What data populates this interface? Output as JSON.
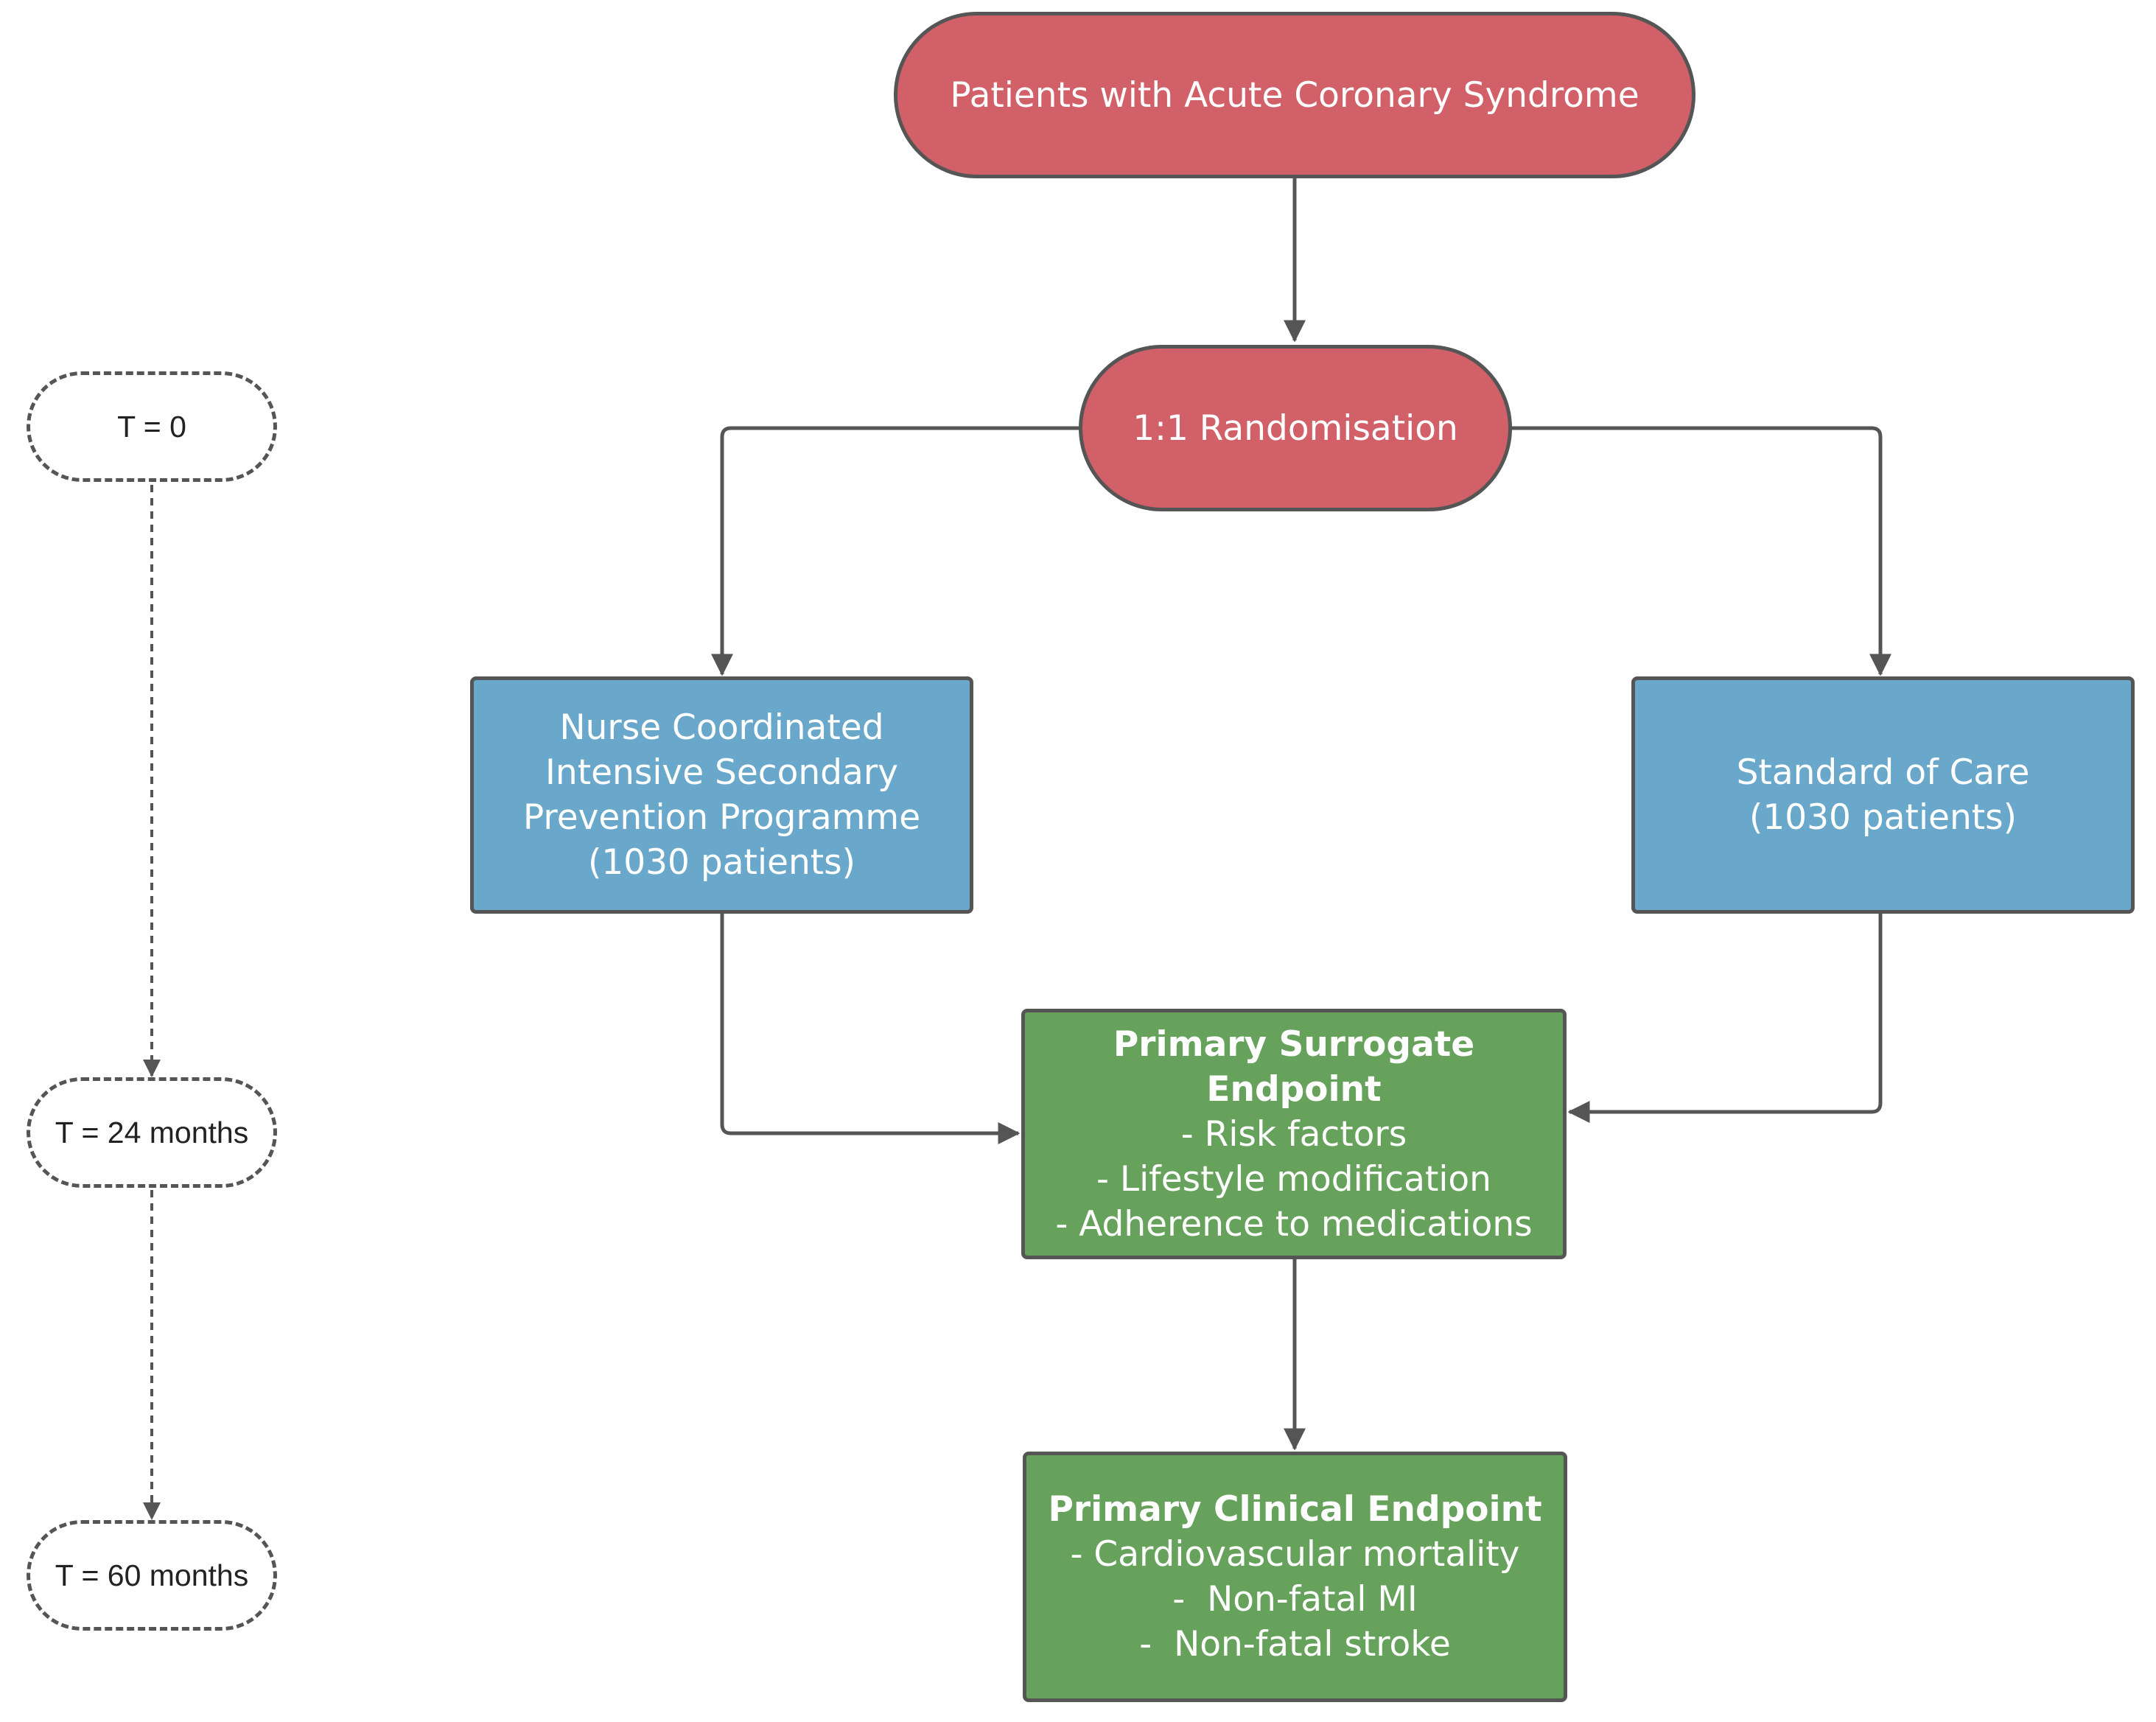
{
  "colors": {
    "pill_fill": "#d16068",
    "arm_fill": "#6aa8cb",
    "endpoint_fill": "#67a25d",
    "stroke": "#555555"
  },
  "nodes": {
    "population": "Patients with Acute Coronary Syndrome",
    "randomisation": "1:1 Randomisation",
    "intervention_arm": [
      "Nurse Coordinated",
      "Intensive Secondary",
      "Prevention Programme",
      "(1030 patients)"
    ],
    "control_arm": [
      "Standard of Care",
      "(1030 patients)"
    ],
    "surrogate_endpoint": {
      "title": "Primary Surrogate Endpoint",
      "items": [
        "- Risk factors",
        "- Lifestyle modification",
        "- Adherence to medications"
      ]
    },
    "clinical_endpoint": {
      "title": "Primary Clinical Endpoint",
      "items": [
        "- Cardiovascular mortality",
        "-  Non-fatal MI",
        "-  Non-fatal stroke"
      ]
    }
  },
  "timeline": [
    "T = 0",
    "T = 24 months",
    "T = 60 months"
  ]
}
